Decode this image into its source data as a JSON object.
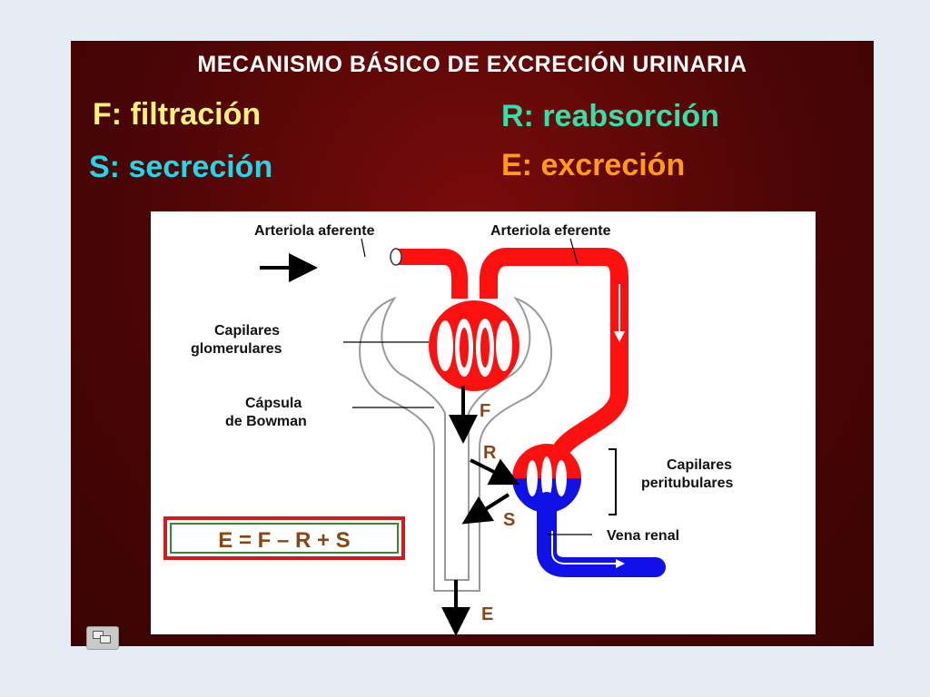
{
  "title": "MECANISMO BÁSICO DE EXCRECIÓN URINARIA",
  "legend": {
    "f": "F: filtración",
    "r": "R: reabsorción",
    "s": "S: secreción",
    "e": "E: excreción"
  },
  "labels": {
    "afferent": "Arteriola aferente",
    "efferent": "Arteriola eferente",
    "glomerular_1": "Capilares",
    "glomerular_2": "glomerulares",
    "bowman_1": "Cápsula",
    "bowman_2": "de Bowman",
    "peritubular_1": "Capilares",
    "peritubular_2": "peritubulares",
    "renal_vein": "Vena renal",
    "f": "F",
    "r": "R",
    "s": "S",
    "e": "E"
  },
  "formula": "E = F – R + S",
  "colors": {
    "background": "#4a0505",
    "artery": "#ff1010",
    "vein": "#1010e8",
    "f_color": "#fff27a",
    "r_color": "#33e0a8",
    "s_color": "#22d8e8",
    "e_color": "#ff9a1a",
    "label_brown": "#8b4513",
    "formula_border": "#d11a1a",
    "formula_inner": "#2e8b2e"
  }
}
